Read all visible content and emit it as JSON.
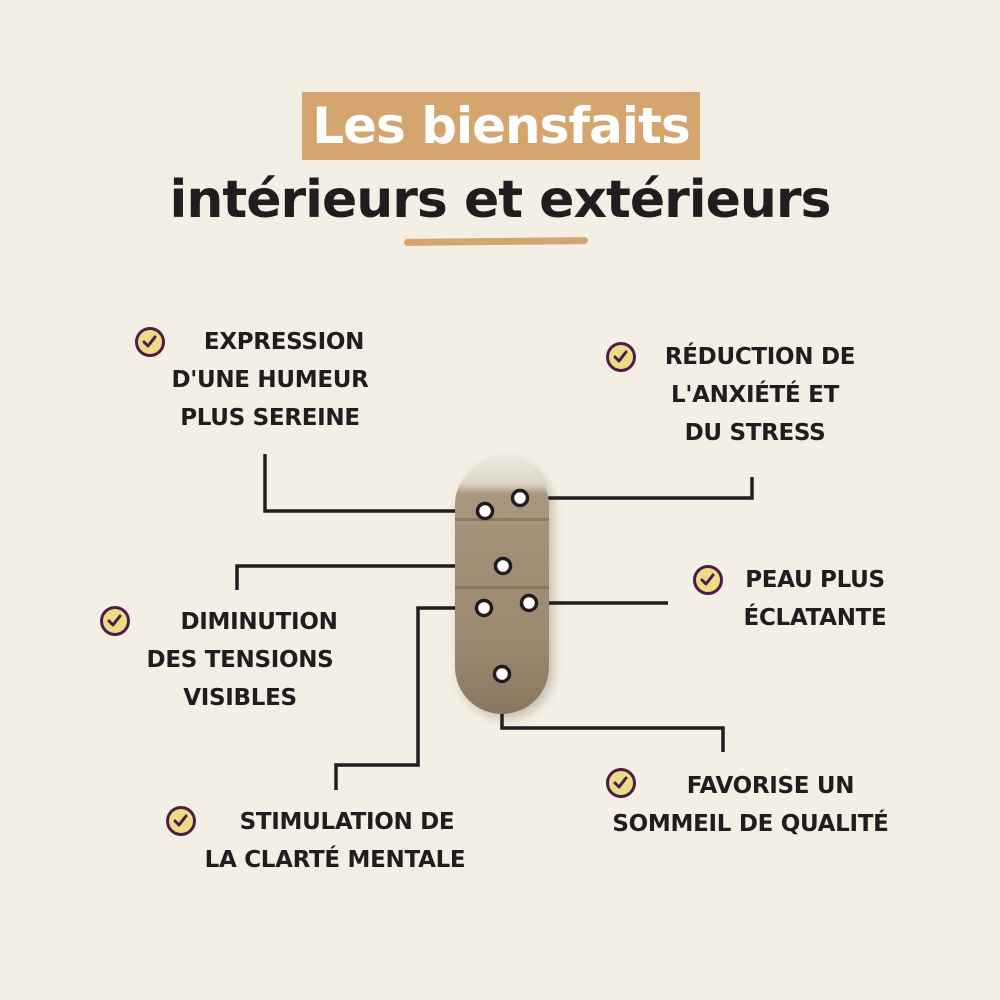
{
  "header": {
    "title_highlight": "Les biensfaits",
    "title_line2": "intérieurs et extérieurs"
  },
  "colors": {
    "background": "#f3efe4",
    "accent": "#d4a56f",
    "text": "#1f1d1e",
    "check_fill": "#ecdc86",
    "check_stroke": "#4d1c49"
  },
  "benefits": [
    {
      "lines": [
        "EXPRESSION",
        "D'UNE HUMEUR",
        "PLUS SEREINE"
      ],
      "icon": "check-circle-icon"
    },
    {
      "lines": [
        "RÉDUCTION DE",
        "L'ANXIÉTÉ ET",
        "DU STRESS"
      ],
      "icon": "check-circle-icon"
    },
    {
      "lines": [
        "DIMINUTION",
        "DES TENSIONS",
        "VISIBLES"
      ],
      "icon": "check-circle-icon"
    },
    {
      "lines": [
        "PEAU PLUS",
        "ÉCLATANTE"
      ],
      "icon": "check-circle-icon"
    },
    {
      "lines": [
        "STIMULATION DE",
        "LA CLARTÉ MENTALE"
      ],
      "icon": "check-circle-icon"
    },
    {
      "lines": [
        "FAVORISE UN",
        "SOMMEIL DE QUALITÉ"
      ],
      "icon": "check-circle-icon"
    }
  ],
  "product": {
    "image": "capsule"
  }
}
